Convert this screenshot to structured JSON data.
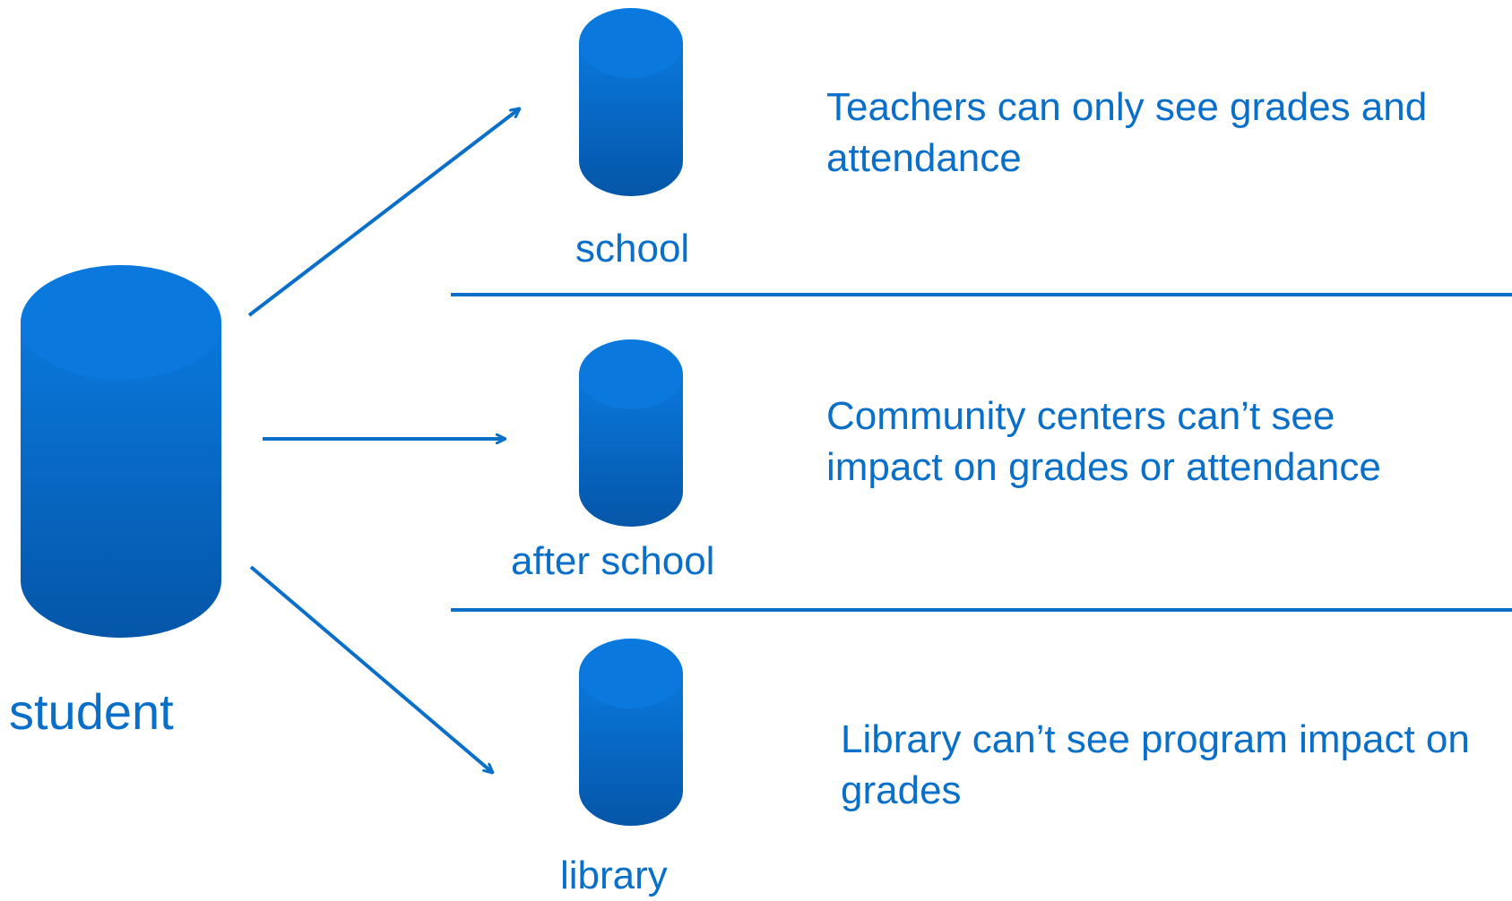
{
  "colors": {
    "primary": "#0a6fc8",
    "cylinder_top": "#0a78dc",
    "cylinder_bottom": "#0556a8",
    "text": "#0a6fc8"
  },
  "nodes": {
    "student": "student",
    "school": "school",
    "after_school": "after school",
    "library": "library"
  },
  "descriptions": {
    "school": "Teachers can only see grades and attendance",
    "after_school": "Community centers can’t see impact on grades or attendance",
    "library": "Library can’t see program impact on grades"
  }
}
